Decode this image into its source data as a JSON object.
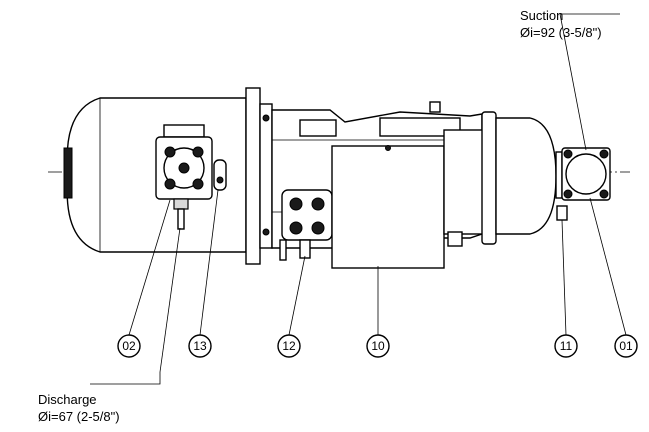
{
  "suction": {
    "title": "Suction",
    "size": "Øi=92 (3-5/8\")"
  },
  "discharge": {
    "title": "Discharge",
    "size": "Øi=67 (2-5/8\")"
  },
  "callouts": [
    {
      "id": "02"
    },
    {
      "id": "13"
    },
    {
      "id": "12"
    },
    {
      "id": "10"
    },
    {
      "id": "11"
    },
    {
      "id": "01"
    }
  ]
}
